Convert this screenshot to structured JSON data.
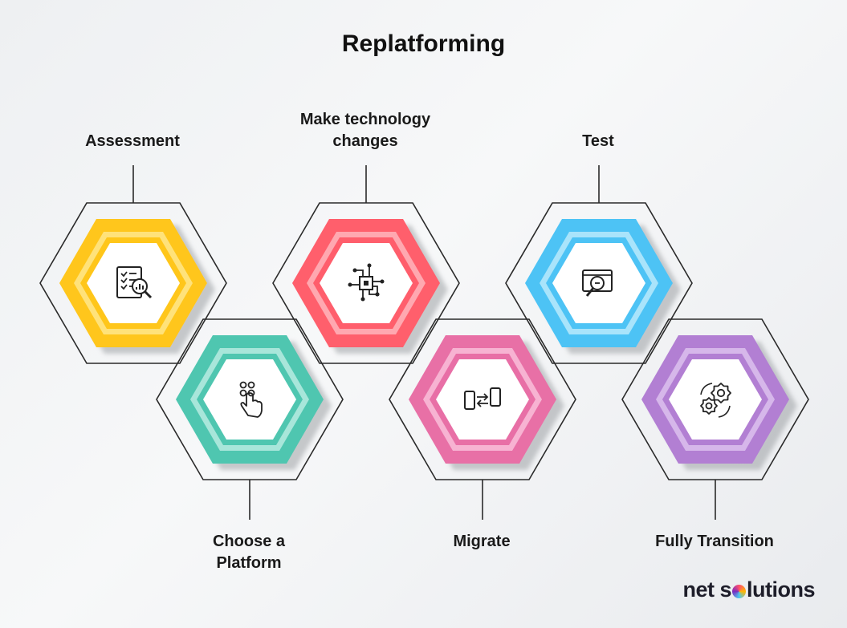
{
  "title": "Replatforming",
  "steps": [
    {
      "label": "Assessment",
      "icon": "checklist-magnifier-icon",
      "color": "#FFC61A",
      "ring": "#FFE27A"
    },
    {
      "label": "Choose a\nPlatform",
      "icon": "hand-pointer-icon",
      "color": "#4FC6B0",
      "ring": "#A8E6DA"
    },
    {
      "label": "Make technology\nchanges",
      "icon": "circuit-chip-icon",
      "color": "#FF5E6C",
      "ring": "#FFA8B0"
    },
    {
      "label": "Migrate",
      "icon": "device-transfer-icon",
      "color": "#E86FA6",
      "ring": "#F7B3D2"
    },
    {
      "label": "Test",
      "icon": "browser-search-icon",
      "color": "#4DC3F5",
      "ring": "#A9E4FB"
    },
    {
      "label": "Fully Transition",
      "icon": "gears-icon",
      "color": "#B27FD3",
      "ring": "#D6B7EA"
    }
  ],
  "logo": {
    "part1": "net s",
    "part2": "lutions"
  }
}
